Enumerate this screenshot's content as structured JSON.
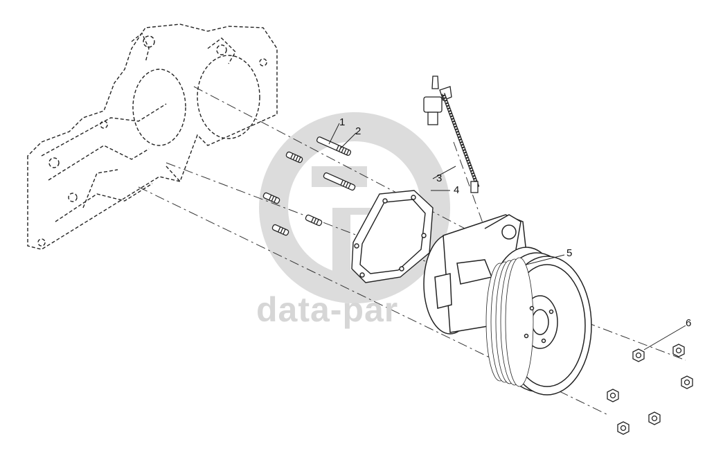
{
  "diagram": {
    "callouts": [
      {
        "id": "1",
        "label": "1"
      },
      {
        "id": "2",
        "label": "2"
      },
      {
        "id": "3",
        "label": "3"
      },
      {
        "id": "4",
        "label": "4"
      },
      {
        "id": "5",
        "label": "5"
      },
      {
        "id": "6",
        "label": "6"
      }
    ],
    "watermark": {
      "text": "data-par"
    },
    "colors": {
      "line": "#222222",
      "watermark": "#d9d9d9"
    }
  }
}
